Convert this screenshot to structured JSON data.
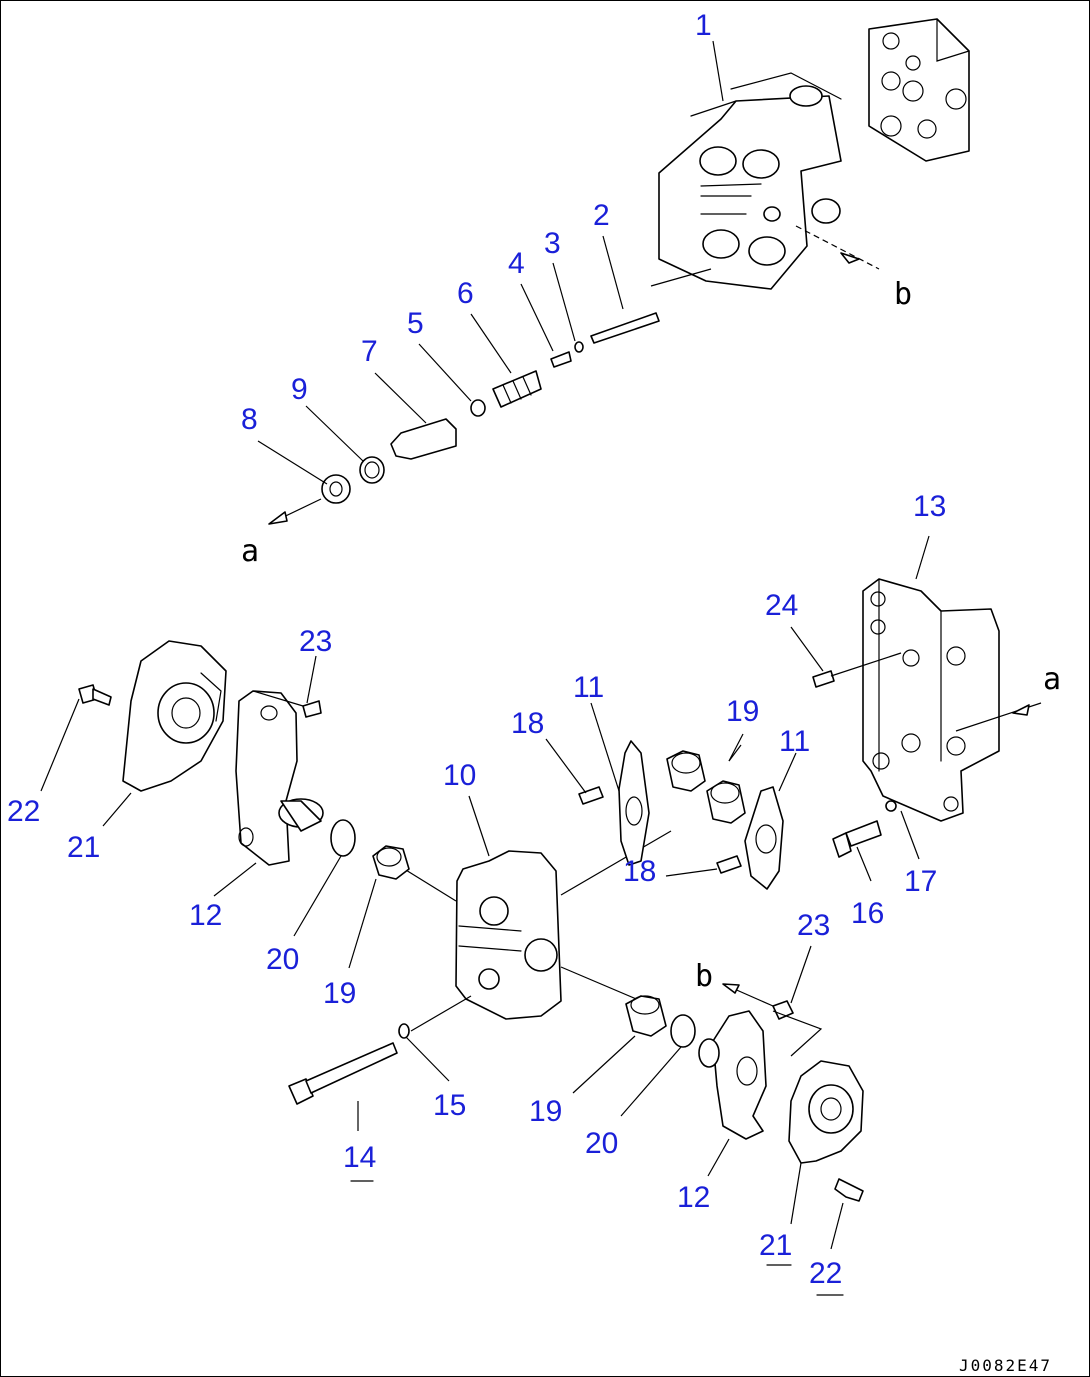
{
  "diagram": {
    "drawing_code": "J0082E47",
    "arrow_letters": [
      "a",
      "b"
    ],
    "callouts": [
      "1",
      "2",
      "3",
      "4",
      "5",
      "6",
      "7",
      "8",
      "9",
      "10",
      "11",
      "12",
      "13",
      "14",
      "15",
      "16",
      "17",
      "18",
      "19",
      "20",
      "21",
      "22",
      "23",
      "24"
    ]
  }
}
